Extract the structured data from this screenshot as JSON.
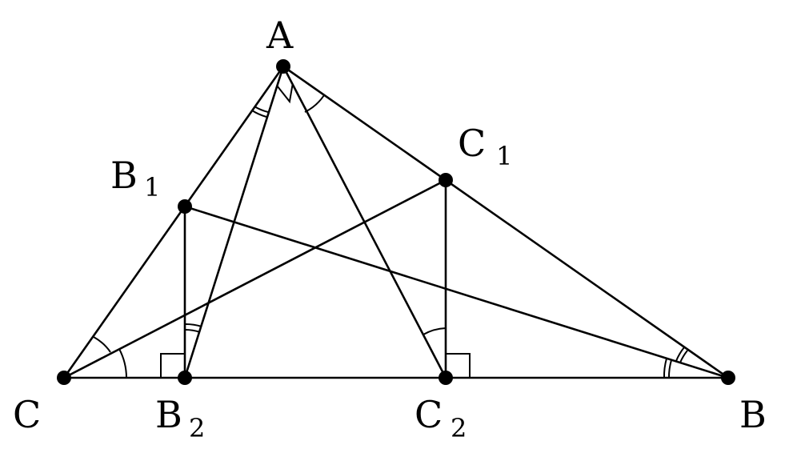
{
  "labels": {
    "A": "A",
    "B": "B",
    "C": "C",
    "B1": {
      "main": "B",
      "sub": "1"
    },
    "C1": {
      "main": "C",
      "sub": "1"
    },
    "B2": {
      "main": "B",
      "sub": "2"
    },
    "C2": {
      "main": "C",
      "sub": "2"
    }
  },
  "colors": {
    "stroke": "#000000",
    "background": "#ffffff"
  }
}
